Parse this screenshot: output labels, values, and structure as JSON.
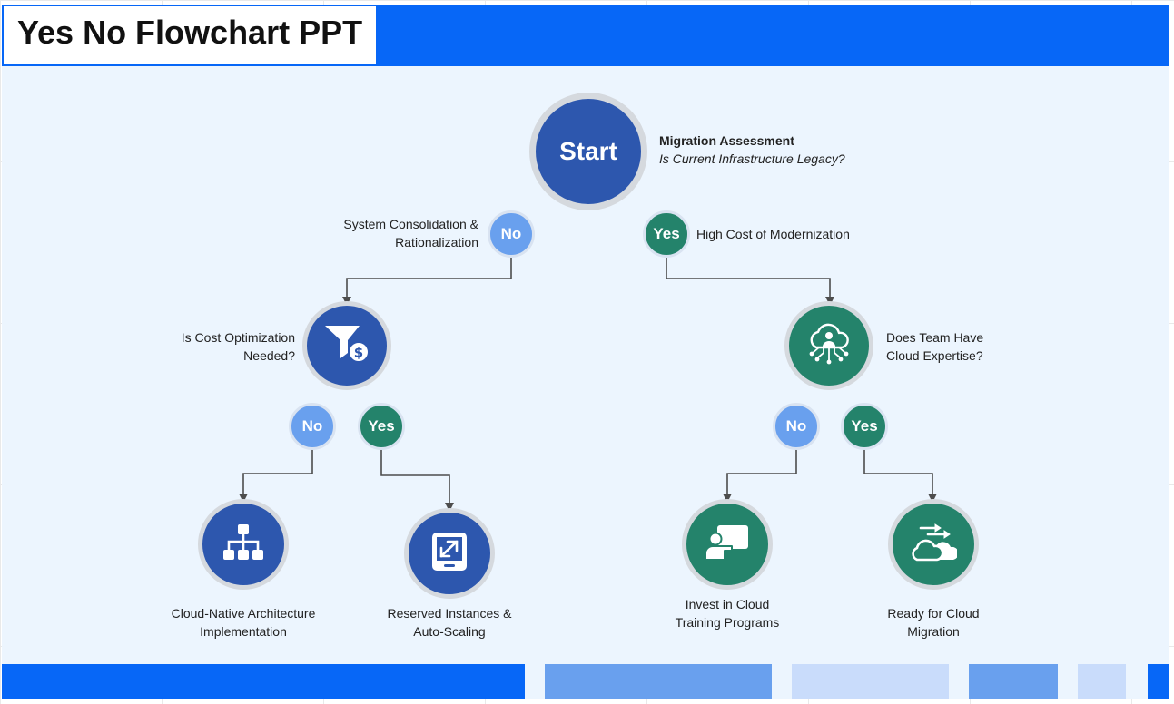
{
  "title": "Yes No Flowchart PPT",
  "colors": {
    "primary": "#0767f7",
    "node_blue": "#2d57ae",
    "node_green": "#24836b",
    "no_badge": "#69a0ee",
    "background": "#ecf5fe"
  },
  "start": {
    "label": "Start",
    "heading": "Migration Assessment",
    "question": "Is Current Infrastructure Legacy?"
  },
  "branch_no": {
    "badge": "No",
    "text_line1": "System Consolidation &",
    "text_line2": "Rationalization",
    "node_icon": "funnel-dollar-icon",
    "question_line1": "Is Cost Optimization",
    "question_line2": "Needed?",
    "no_badge": "No",
    "yes_badge": "Yes",
    "no_result": {
      "icon": "hierarchy-icon",
      "line1": "Cloud-Native Architecture",
      "line2": "Implementation"
    },
    "yes_result": {
      "icon": "tablet-expand-icon",
      "line1": "Reserved Instances &",
      "line2": "Auto-Scaling"
    }
  },
  "branch_yes": {
    "badge": "Yes",
    "text": "High Cost of Modernization",
    "node_icon": "cloud-person-network-icon",
    "question_line1": "Does Team Have",
    "question_line2": "Cloud Expertise?",
    "no_badge": "No",
    "yes_badge": "Yes",
    "no_result": {
      "icon": "training-presentation-icon",
      "line1": "Invest in Cloud",
      "line2": "Training Programs"
    },
    "yes_result": {
      "icon": "cloud-transfer-icon",
      "line1": "Ready for Cloud",
      "line2": "Migration"
    }
  }
}
